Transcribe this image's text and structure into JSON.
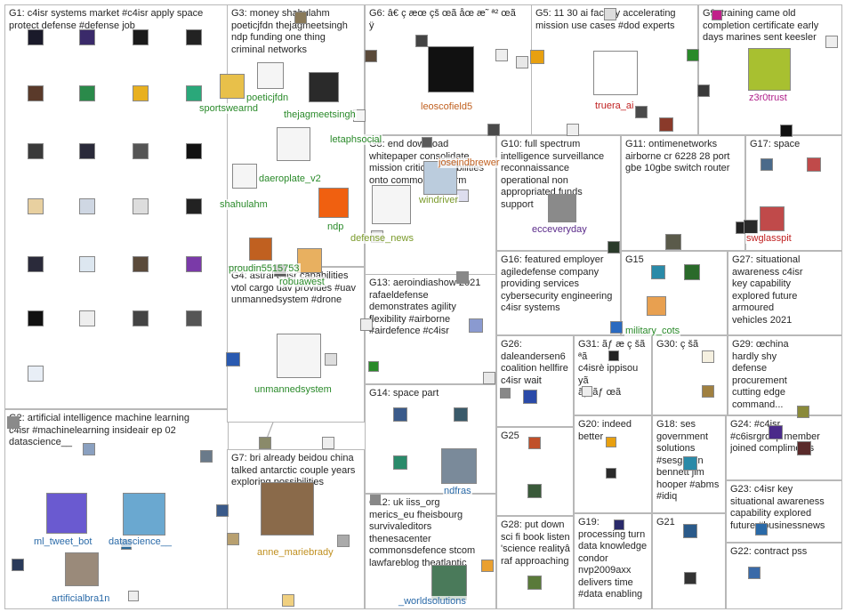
{
  "panels": [
    {
      "id": "G1",
      "text": "G1: c4isr systems market #c4isr apply space\nprotect defense #defense job"
    },
    {
      "id": "G2",
      "text": "G2: artificial intelligence machine learning\nc4isr #machinelearning insideair ep 02\ndatascience__"
    },
    {
      "id": "G3",
      "text": "G3: money shahulahm\npoeticjfdn thejagmeetsingh\nndp funding one thing\ncriminal networks"
    },
    {
      "id": "G4",
      "text": "G4: astral c4isr capabilities\nvtol cargo uav provides #uav\nunmannedsystem #drone"
    },
    {
      "id": "G5",
      "text": "G5: 11 30 ai factory accelerating\nmission use cases #dod experts"
    },
    {
      "id": "G6",
      "text": "G6: â€ ç æœ çš œã åœ æ˜ ª² œã\nÿ"
    },
    {
      "id": "G7",
      "text": "G7: bri already beidou china\ntalked antarctic couple years\nexploring possibilities"
    },
    {
      "id": "G8",
      "text": "G8: end download\nwhitepaper consolidate\nmission critical capabilities\nonto common platform"
    },
    {
      "id": "G9",
      "text": "G9: training came old\ncompletion certificate early\ndays marines sent keesler"
    },
    {
      "id": "G10",
      "text": "G10: full spectrum\nintelligence surveillance\nreconnaissance\noperational non\nappropriated funds\nsupport"
    },
    {
      "id": "G11",
      "text": "G11: ontimenetworks\nairborne cr 6228 28 port\ngbe 10gbe switch router"
    },
    {
      "id": "G12",
      "text": "G12: uk iiss_org\nmerics_eu fheisbourg\nsurvivaleditors\nthenesacenter\ncommonsdefence stcom\nlawfareblog theatlantic"
    },
    {
      "id": "G13",
      "text": "G13: aeroindiashow 2021\nrafaeldefense\ndemonstrates agility\nflexibility #airborne\n#airdefence #c4isr"
    },
    {
      "id": "G14",
      "text": "G14: space part"
    },
    {
      "id": "G15",
      "text": "G15"
    },
    {
      "id": "G16",
      "text": "G16: featured employer\nagiledefense company\nproviding services\ncybersecurity engineering\nc4isr systems"
    },
    {
      "id": "G17",
      "text": "G17: space"
    },
    {
      "id": "G18",
      "text": "G18: ses\ngovernment\nsolutions\n#sesgs jon\nbennett jim\nhooper #abms\n#idiq"
    },
    {
      "id": "G19",
      "text": "G19:\nprocessing turn\ndata knowledge\ncondor\nnvp2009axx\ndelivers time\n#data enabling"
    },
    {
      "id": "G20",
      "text": "G20: indeed\nbetter"
    },
    {
      "id": "G21",
      "text": "G21"
    },
    {
      "id": "G22",
      "text": "G22: contract pss"
    },
    {
      "id": "G23",
      "text": "G23: c4isr key\nsituational awareness\ncapability explored\nfuture #businessnews"
    },
    {
      "id": "G24",
      "text": "G24: #c4isr\n#c6isrgroup member\njoined compliments"
    },
    {
      "id": "G25",
      "text": "G25"
    },
    {
      "id": "G26",
      "text": "G26:\ndaleandersen6\ncoalition hellfire\nc4isr wait"
    },
    {
      "id": "G27",
      "text": "G27: situational\nawareness c4isr\nkey capability\nexplored future\narmoured\nvehicles 2021"
    },
    {
      "id": "G28",
      "text": "G28: put down\nsci fi book listen\n'science realityâ\nraf approaching"
    },
    {
      "id": "G29",
      "text": "G29: œchina\nhardly shy\ndefense\nprocurement\ncutting edge\ncommand..."
    },
    {
      "id": "G30",
      "text": "G30: ç šã"
    },
    {
      "id": "G31",
      "text": "G31: ãƒ æ ç šã ªã\nc4isrè ippisou yã\nãƒªãƒ œã"
    }
  ],
  "labels": [
    {
      "id": "sportswearnd",
      "text": "sportswearnd",
      "color": "#2a8a2a"
    },
    {
      "id": "poeticjfdn",
      "text": "poeticjfdn",
      "color": "#2a8a2a"
    },
    {
      "id": "thejagmeetsingh",
      "text": "thejagmeetsingh",
      "color": "#2a8a2a"
    },
    {
      "id": "letaphsocial",
      "text": "letaphsocial",
      "color": "#2a8a2a"
    },
    {
      "id": "daeroplate_v2",
      "text": "daeroplate_v2",
      "color": "#2a8a2a"
    },
    {
      "id": "shahulahm",
      "text": "shahulahm",
      "color": "#2a8a2a"
    },
    {
      "id": "ndp",
      "text": "ndp",
      "color": "#2a8a2a"
    },
    {
      "id": "defense_news",
      "text": "defense_news",
      "color": "#7a9a2a"
    },
    {
      "id": "windriver",
      "text": "windriver",
      "color": "#7a9a2a"
    },
    {
      "id": "leoscofield5",
      "text": "leoscofield5",
      "color": "#c06020"
    },
    {
      "id": "truera_ai",
      "text": "truera_ai",
      "color": "#c02020"
    },
    {
      "id": "z3r0trust",
      "text": "z3r0trust",
      "color": "#b0208a"
    },
    {
      "id": "ecceveryday",
      "text": "ecceveryday",
      "color": "#5a2a8a"
    },
    {
      "id": "swglasspit",
      "text": "swglasspit",
      "color": "#c02020"
    },
    {
      "id": "military_cots",
      "text": "military_cots",
      "color": "#2a8a2a"
    },
    {
      "id": "proudindian",
      "text": "proudin5515753",
      "color": "#2a8a2a"
    },
    {
      "id": "robuawest",
      "text": "robuawest",
      "color": "#2a8a2a"
    },
    {
      "id": "unmannedsystem",
      "text": "unmannedsystem",
      "color": "#2a8a2a"
    },
    {
      "id": "anne_mariebrady",
      "text": "anne_mariebrady",
      "color": "#c09020"
    },
    {
      "id": "ndfras",
      "text": "ndfras",
      "color": "#2a6aa8"
    },
    {
      "id": "worldsolutions",
      "text": "_worldsolutions",
      "color": "#2a6aa8"
    },
    {
      "id": "ml_tweet_bot",
      "text": "ml_tweet_bot",
      "color": "#2a6aa8"
    },
    {
      "id": "datascience",
      "text": "datascience__",
      "color": "#2a6aa8"
    },
    {
      "id": "artificialbra1n",
      "text": "artificialbra1n",
      "color": "#2a6aa8"
    },
    {
      "id": "joseindbrewer",
      "text": "joseindbrewer",
      "color": "#c06020"
    }
  ]
}
